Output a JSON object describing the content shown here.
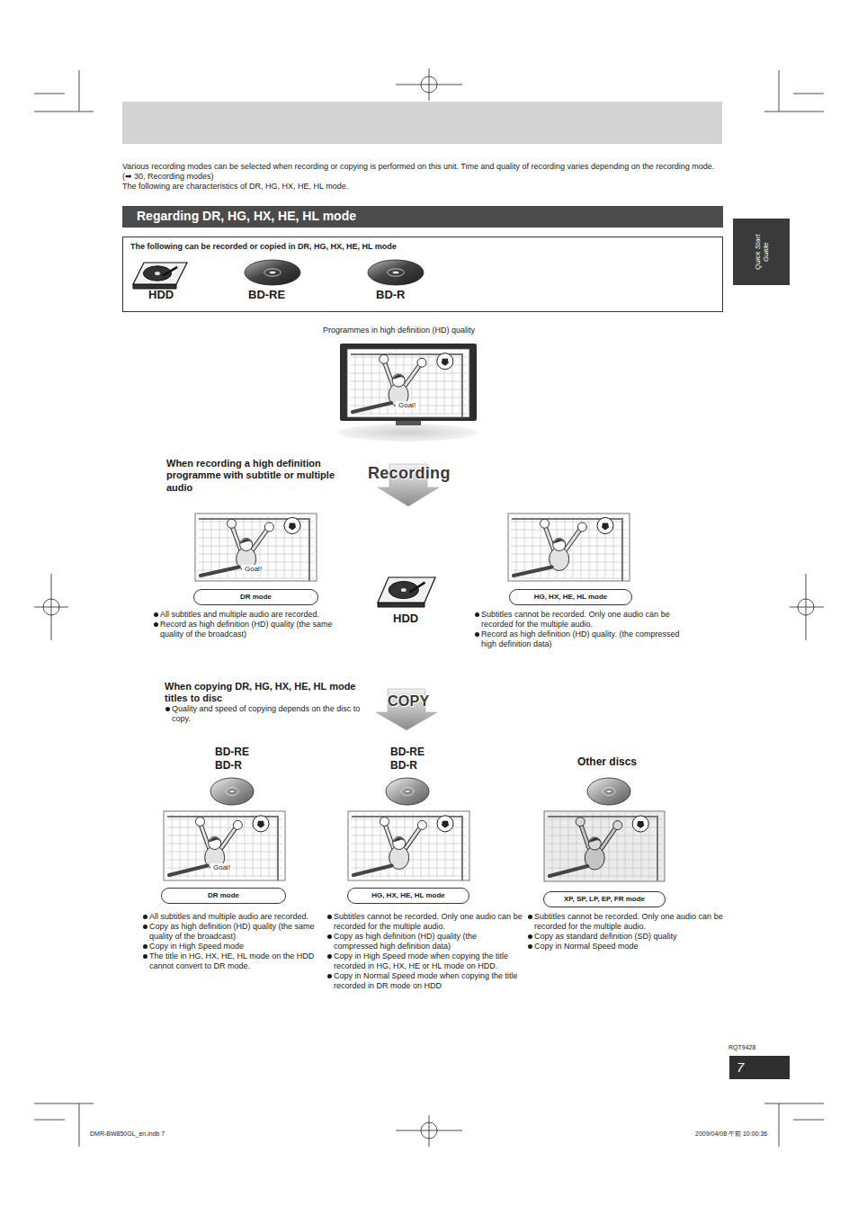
{
  "diagram": {
    "title": "Regarding DR, HG, HX, HE, HL mode",
    "nodes": [
      {
        "text": [
          "Regarding DR, HG, HX, HE, HL mode"
        ]
      },
      {
        "text": [
          "Quick Start Guide"
        ]
      },
      {
        "text": [
          "The following can be recorded or copied in DR, HG, HX, HE, HL mode",
          "HDD",
          "BD-RE",
          "BD-R"
        ]
      },
      {
        "text": [
          "DR mode"
        ]
      },
      {
        "text": [
          "HG, HX, HE, HL mode"
        ]
      },
      {
        "text": [
          "DR mode"
        ]
      },
      {
        "text": [
          "HG, HX, HE, HL mode"
        ]
      },
      {
        "text": [
          "XP, SP, LP, EP, FR mode"
        ]
      },
      {
        "text": [
          "7"
        ]
      }
    ],
    "labels": [
      "Various recording modes can be selected when recording or copying is performed on this unit. Time and quality of recording varies depending on the recording mode. (➡ 30, Recording modes)",
      "The following are characteristics of DR, HG, HX, HE, HL mode.",
      "Programmes in high definition (HD) quality",
      "Goal!",
      "When recording a high definition programme with subtitle or multiple audio",
      "Recording",
      "Goal!",
      "HDD",
      "All subtitles and multiple audio are recorded.",
      "Record as high definition (HD) quality (the same quality of the broadcast)",
      "Subtitles cannot be recorded. Only one audio can be recorded for the multiple audio.",
      "Record as high definition (HD) quality. (the compressed high definition data)",
      "When copying DR, HG, HX, HE, HL mode titles to disc",
      "Quality and speed of copying depends on the disc to copy.",
      "COPY",
      "BD-RE",
      "BD-R",
      "BD-RE",
      "BD-R",
      "Other discs",
      "Goal!",
      "All subtitles and multiple audio are recorded.",
      "Copy as high definition (HD) quality (the same quality of the broadcast)",
      "Copy in High Speed mode",
      "The title in HG, HX, HE, HL mode on the HDD cannot convert to DR mode.",
      "Subtitles cannot be recorded. Only one audio can be recorded for the multiple audio.",
      "Copy as high definition (HD) quality (the compressed high definition data)",
      "Copy in High Speed mode when copying the title recorded in HG, HX, HE or HL mode on HDD.",
      "Copy in Normal Speed mode when copying the title recorded in DR mode on HDD",
      "Subtitles cannot be recorded. Only one audio can be recorded for the multiple audio.",
      "Copy as standard definition (SD) quality",
      "Copy in Normal Speed mode",
      "RQT9428",
      "DMR-BW850GL_en.indb 7",
      "2009/04/08 午前 10:00:36"
    ]
  }
}
